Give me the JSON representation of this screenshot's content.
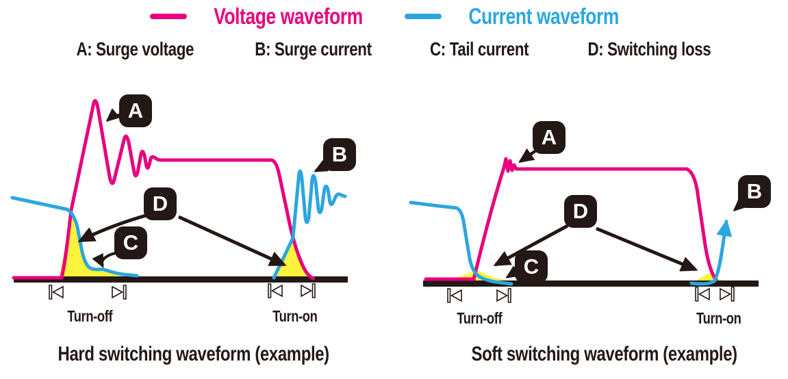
{
  "legend": {
    "voltage": {
      "label": "Voltage waveform",
      "color": "#e7017e"
    },
    "current": {
      "label": "Current waveform",
      "color": "#2ca6e0"
    }
  },
  "definitions": {
    "a": "A: Surge voltage",
    "b": "B: Surge current",
    "c": "C: Tail current",
    "d": "D: Switching loss"
  },
  "markers": {
    "a": "A",
    "b": "B",
    "c": "C",
    "d": "D"
  },
  "diagrams": {
    "hard": {
      "caption": "Hard switching waveform (example)",
      "turn_off": "Turn-off",
      "turn_on": "Turn-on"
    },
    "soft": {
      "caption": "Soft switching waveform (example)",
      "turn_off": "Turn-off",
      "turn_on": "Turn-on"
    }
  },
  "colors": {
    "voltage": "#e7017e",
    "current": "#2ca6e0",
    "loss_fill": "#fdf23c",
    "ink": "#231815",
    "background": "#ffffff"
  }
}
